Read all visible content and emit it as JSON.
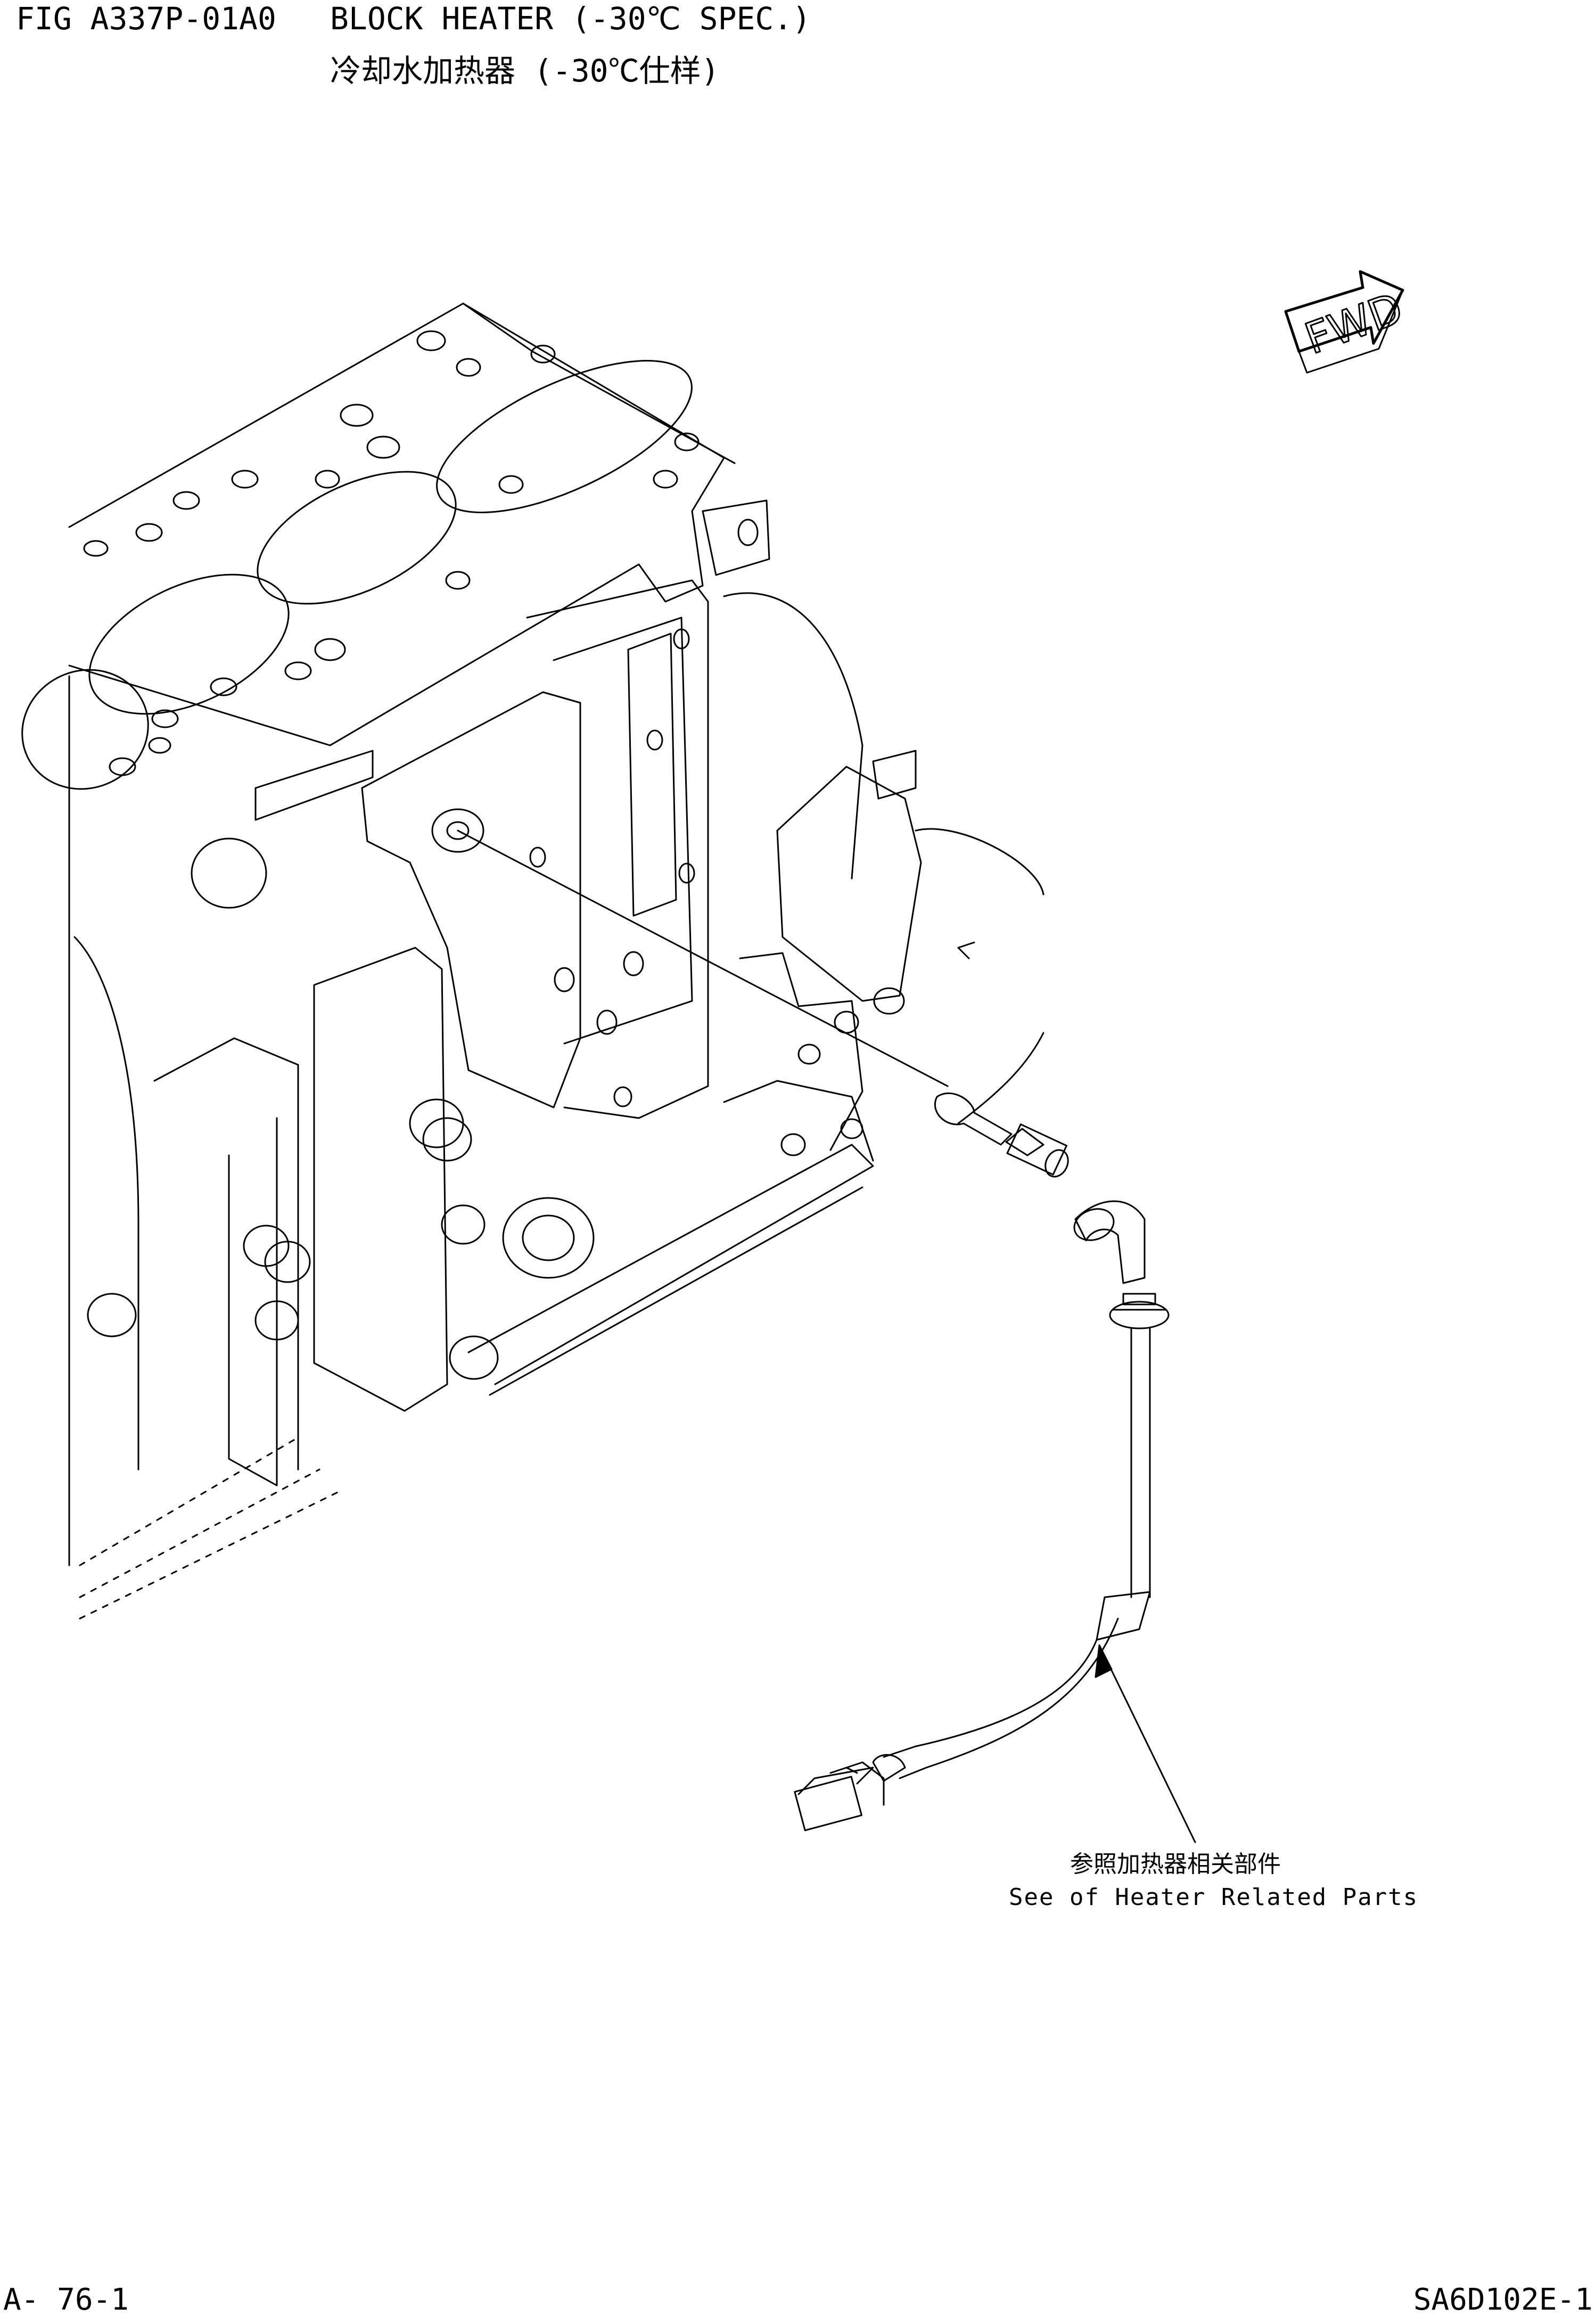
{
  "header": {
    "fig_id": "FIG A337P-01A0",
    "title_en": "BLOCK HEATER (-30℃ SPEC.)",
    "title_cn": "冷却水加热器 (-30℃仕样)"
  },
  "direction_indicator": {
    "label": "FWD"
  },
  "callout": {
    "label_cn": "参照加热器相关部件",
    "label_en": "See of Heater Related Parts"
  },
  "footer": {
    "page": "A- 76-1",
    "model": "SA6D102E-1"
  },
  "colors": {
    "line": "#000000",
    "background": "#ffffff"
  }
}
